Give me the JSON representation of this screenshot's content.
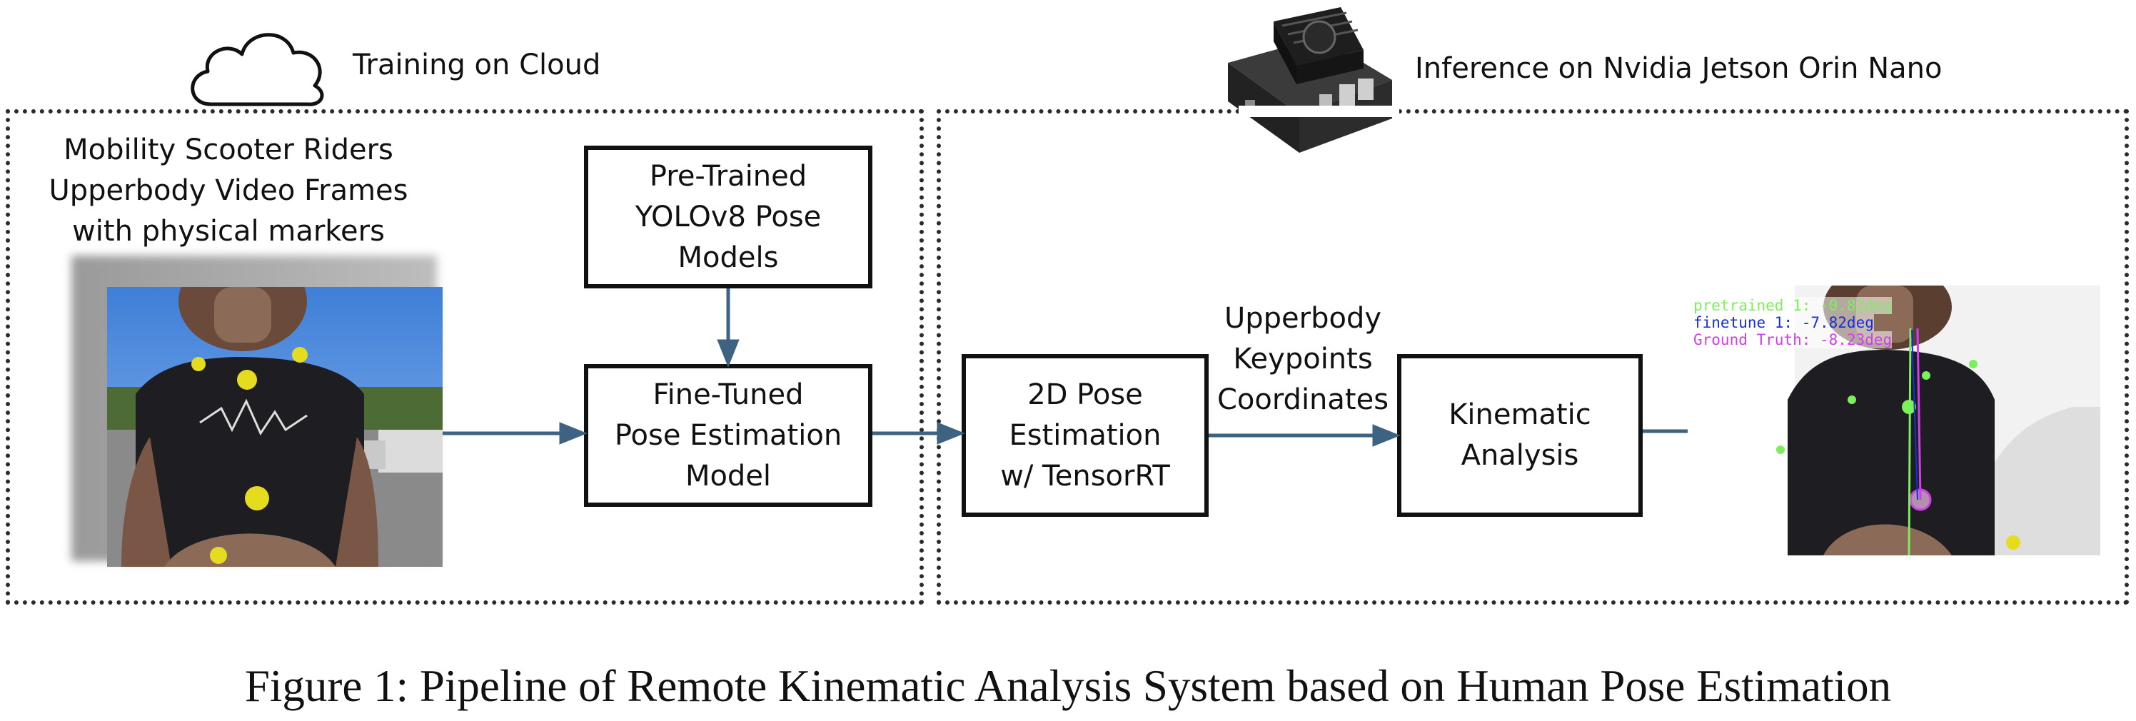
{
  "sections": {
    "training": {
      "title": "Training on Cloud",
      "icon": "cloud-icon"
    },
    "inference": {
      "title": "Inference on Nvidia Jetson Orin Nano",
      "icon": "jetson-board-icon"
    }
  },
  "input": {
    "label": "Mobility Scooter Riders\nUpperbody Video Frames\nwith physical markers"
  },
  "boxes": {
    "pretrained": "Pre-Trained\nYOLOv8 Pose\nModels",
    "finetuned": "Fine-Tuned\nPose Estimation\nModel",
    "pose2d": "2D Pose\nEstimation\nw/ TensorRT",
    "kinematic": "Kinematic\nAnalysis"
  },
  "edge_label": "Upperbody\nKeypoints\nCoordinates",
  "output_overlay": {
    "line1": "pretrained 1: -0.82deg",
    "line2": "finetune 1: -7.82deg",
    "line3": "Ground Truth: -8.23deg"
  },
  "caption": "Figure 1: Pipeline of Remote Kinematic Analysis System based on Human Pose Estimation",
  "colors": {
    "arrow": "#3d6282",
    "overlay_pretrained": "#7cf05a",
    "overlay_finetune": "#1a2cd8",
    "overlay_ground_truth": "#d040e8",
    "marker": "#e6dc1f"
  }
}
